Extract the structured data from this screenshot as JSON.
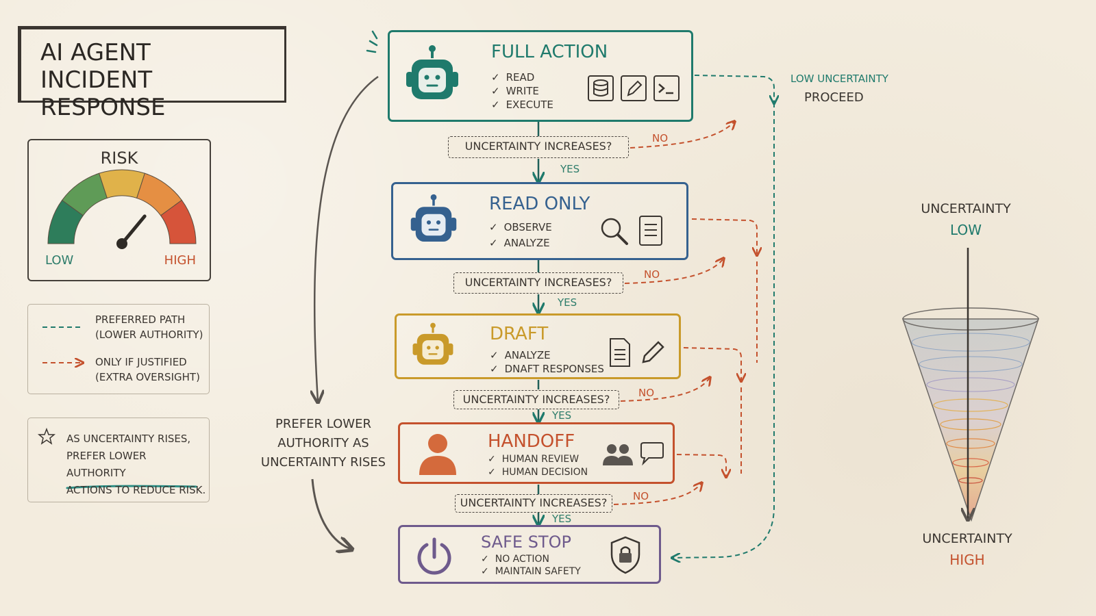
{
  "title": {
    "line1": "AI AGENT",
    "line2": "INCIDENT RESPONSE"
  },
  "risk_gauge": {
    "title": "RISK",
    "low_label": "LOW",
    "high_label": "HIGH",
    "level": 0.72
  },
  "legend": {
    "preferred": {
      "line1": "PREFERRED PATH",
      "line2": "(LOWER AUTHORITY)"
    },
    "justified": {
      "line1": "ONLY IF JUSTIFIED",
      "line2": "(EXTRA OVERSIGHT)"
    }
  },
  "note": {
    "line1": "AS UNCERTAINTY RISES,",
    "line2": "PREFER LOWER AUTHORITY",
    "line3": "ACTIONS TO REDUCE RISK."
  },
  "side_label": {
    "line1": "PREFER LOWER",
    "line2": "AUTHORITY AS",
    "line3": "UNCERTAINTY RISES"
  },
  "stages": {
    "full_action": {
      "title": "FULL ACTION",
      "items": [
        "READ",
        "WRITE",
        "EXECUTE"
      ]
    },
    "read_only": {
      "title": "READ ONLY",
      "items": [
        "OBSERVE",
        "ANALYZE"
      ]
    },
    "draft": {
      "title": "DRAFT",
      "items": [
        "ANALYZE",
        "DNAFT RESPONSES"
      ]
    },
    "handoff": {
      "title": "HANDOFF",
      "items": [
        "HUMAN REVIEW",
        "HUMAN DECISION"
      ]
    },
    "safe_stop": {
      "title": "SAFE STOP",
      "items": [
        "NO ACTION",
        "MAINTAIN SAFETY"
      ]
    }
  },
  "decision": {
    "question": "UNCERTAINTY INCREASES?",
    "yes": "YES",
    "no": "NO"
  },
  "low_uncertainty": {
    "line1": "LOW UNCERTAINTY",
    "line2": "PROCEED"
  },
  "funnel": {
    "top_label": "UNCERTAINTY",
    "top_value": "LOW",
    "bottom_label": "UNCERTAINTY",
    "bottom_value": "HIGH"
  },
  "colors": {
    "teal": "#1f7a6c",
    "blue": "#35618f",
    "gold": "#c99a2a",
    "orange": "#c4512d",
    "purple": "#6e5a8c",
    "gauge": [
      "#2e7d5b",
      "#5f9b57",
      "#e0b24a",
      "#e58f43",
      "#d6543a"
    ]
  }
}
